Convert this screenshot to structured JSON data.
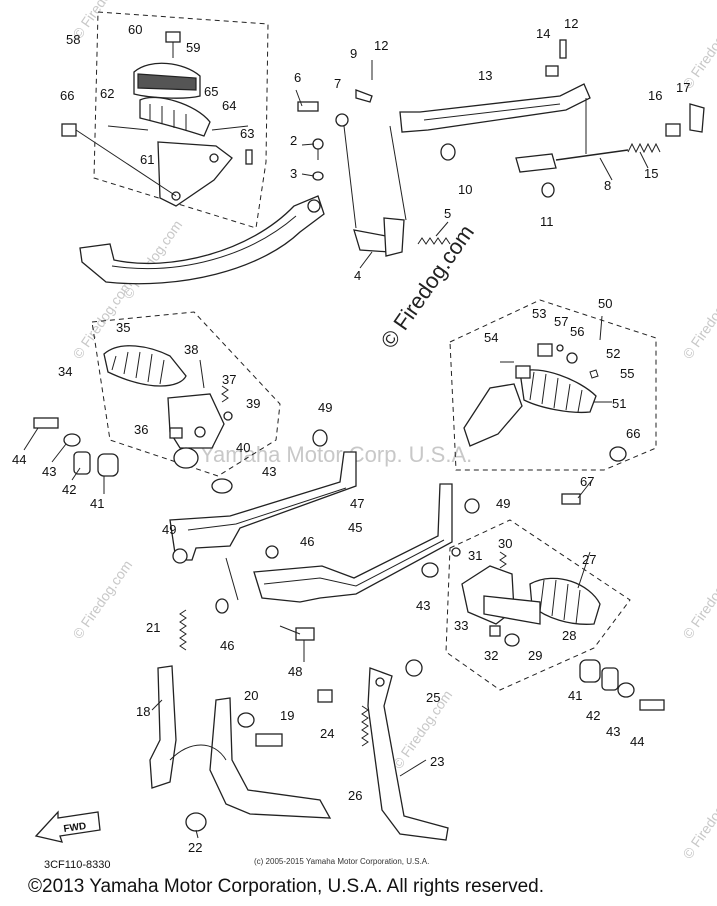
{
  "diagram": {
    "code": "3CF110-8330",
    "fwd_label": "FWD",
    "small_copyright": "(c) 2005-2015 Yamaha Motor Corporation, U.S.A.",
    "copyright": "©2013 Yamaha Motor Corporation, U.S.A. All rights reserved.",
    "watermarks": {
      "firedog_main": "© Firedog.com",
      "yamaha": "Yamaha Motor Corp. U.S.A.",
      "firedog_small": "© Firedog.com"
    },
    "part_numbers": [
      "2",
      "3",
      "4",
      "5",
      "6",
      "7",
      "8",
      "9",
      "10",
      "11",
      "12",
      "13",
      "14",
      "15",
      "16",
      "17",
      "18",
      "19",
      "20",
      "21",
      "22",
      "23",
      "24",
      "25",
      "26",
      "27",
      "28",
      "29",
      "30",
      "31",
      "32",
      "33",
      "34",
      "35",
      "36",
      "37",
      "38",
      "39",
      "40",
      "41",
      "42",
      "43",
      "44",
      "45",
      "46",
      "47",
      "48",
      "49",
      "50",
      "51",
      "52",
      "53",
      "54",
      "55",
      "56",
      "57",
      "58",
      "59",
      "60",
      "61",
      "62",
      "63",
      "64",
      "65",
      "66",
      "67"
    ]
  }
}
